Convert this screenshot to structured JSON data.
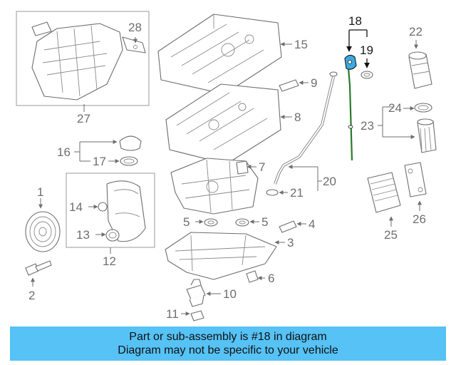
{
  "callouts": {
    "c1": "1",
    "c2": "2",
    "c3": "3",
    "c4": "4",
    "c5a": "5",
    "c5b": "5",
    "c6": "6",
    "c7": "7",
    "c8": "8",
    "c9": "9",
    "c10": "10",
    "c11": "11",
    "c12": "12",
    "c13": "13",
    "c14": "14",
    "c15": "15",
    "c16": "16",
    "c17": "17",
    "c18": "18",
    "c19": "19",
    "c20": "20",
    "c21": "21",
    "c22": "22",
    "c23": "23",
    "c24": "24",
    "c25": "25",
    "c26": "26",
    "c27": "27",
    "c28": "28"
  },
  "highlight": {
    "part_number": "18",
    "color": "#111111"
  },
  "banner": {
    "line1": "Part or sub-assembly is #18 in diagram",
    "line2": "Diagram may not be specific to your vehicle",
    "background": "#56c2f5"
  }
}
